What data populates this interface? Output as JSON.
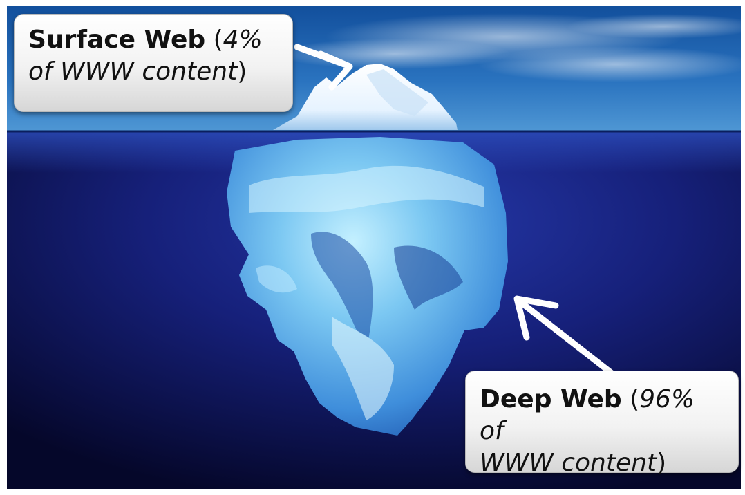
{
  "callouts": {
    "surface": {
      "label_bold": "Surface Web",
      "open_paren": " (",
      "italic_1": "4%",
      "italic_2": "of WWW content",
      "close_paren": ")"
    },
    "deep": {
      "label_bold": "Deep Web",
      "open_paren": " (",
      "italic_1": "96% of",
      "italic_2": "WWW content",
      "close_paren": ")"
    }
  },
  "colors": {
    "sky_top": "#1b5ea9",
    "sky_horizon": "#4f97d4",
    "water_deep": "#06092e",
    "water_mid": "#1f2e96",
    "ice_light": "#a9e6ff",
    "ice_dark": "#2a6fc9",
    "arrow": "#ffffff"
  },
  "icons": {
    "surface_arrow": "arrow-down-right-icon",
    "deep_arrow": "arrow-up-left-icon"
  }
}
